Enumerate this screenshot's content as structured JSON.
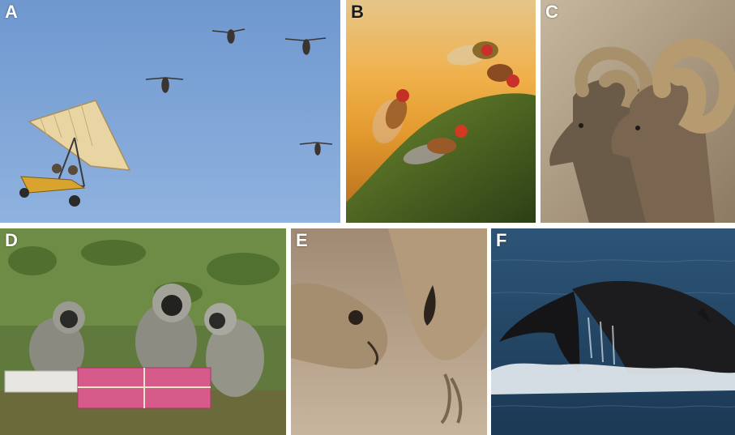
{
  "figure": {
    "panels": [
      {
        "label": "A",
        "subject": "ultralight-aircraft-with-flying-cranes"
      },
      {
        "label": "B",
        "subject": "fruit-flies-on-leaf"
      },
      {
        "label": "C",
        "subject": "bighorn-rams"
      },
      {
        "label": "D",
        "subject": "vervet-monkeys-at-food-box"
      },
      {
        "label": "E",
        "subject": "meerkats-foraging"
      },
      {
        "label": "F",
        "subject": "humpback-whale-fluke"
      }
    ]
  },
  "colors": {
    "sky": "#7fa5d8",
    "amber": "#e9a23a",
    "rock": "#a8957a",
    "grass": "#5d7a3a",
    "sand": "#b79a7c",
    "ocean": "#264a6a"
  }
}
